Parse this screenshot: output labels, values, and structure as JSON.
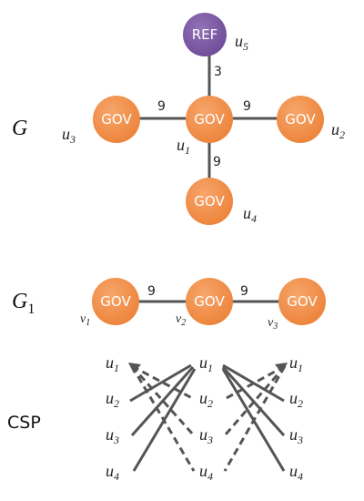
{
  "colors": {
    "gov_fill": "#f08d47",
    "ref_fill": "#7c58a2",
    "edge": "#555555",
    "csp_line": "#555555"
  },
  "graph_g": {
    "label": "G",
    "nodes": [
      {
        "id": "u5",
        "text": "REF",
        "var": "u",
        "sub": "5",
        "kind": "ref"
      },
      {
        "id": "u1",
        "text": "GOV",
        "var": "u",
        "sub": "1",
        "kind": "gov"
      },
      {
        "id": "u2",
        "text": "GOV",
        "var": "u",
        "sub": "2",
        "kind": "gov"
      },
      {
        "id": "u3",
        "text": "GOV",
        "var": "u",
        "sub": "3",
        "kind": "gov"
      },
      {
        "id": "u4",
        "text": "GOV",
        "var": "u",
        "sub": "4",
        "kind": "gov"
      }
    ],
    "edges": [
      {
        "from": "u1",
        "to": "u5",
        "weight": "3"
      },
      {
        "from": "u3",
        "to": "u1",
        "weight": "9"
      },
      {
        "from": "u1",
        "to": "u2",
        "weight": "9"
      },
      {
        "from": "u1",
        "to": "u4",
        "weight": "9"
      }
    ]
  },
  "graph_g1": {
    "label": "G",
    "label_sub": "1",
    "nodes": [
      {
        "id": "v1",
        "text": "GOV",
        "var": "v",
        "sub": "1"
      },
      {
        "id": "v2",
        "text": "GOV",
        "var": "v",
        "sub": "2"
      },
      {
        "id": "v3",
        "text": "GOV",
        "var": "v",
        "sub": "3"
      }
    ],
    "edges": [
      {
        "from": "v1",
        "to": "v2",
        "weight": "9"
      },
      {
        "from": "v2",
        "to": "v3",
        "weight": "9"
      }
    ]
  },
  "csp": {
    "label": "CSP",
    "left_column": [
      {
        "var": "u",
        "sub": "1"
      },
      {
        "var": "u",
        "sub": "2"
      },
      {
        "var": "u",
        "sub": "3"
      },
      {
        "var": "u",
        "sub": "4"
      }
    ],
    "middle_column": [
      {
        "var": "u",
        "sub": "1"
      },
      {
        "var": "u",
        "sub": "2"
      },
      {
        "var": "u",
        "sub": "3"
      },
      {
        "var": "u",
        "sub": "4"
      }
    ],
    "right_column": [
      {
        "var": "u",
        "sub": "1"
      },
      {
        "var": "u",
        "sub": "2"
      },
      {
        "var": "u",
        "sub": "3"
      },
      {
        "var": "u",
        "sub": "4"
      }
    ]
  }
}
